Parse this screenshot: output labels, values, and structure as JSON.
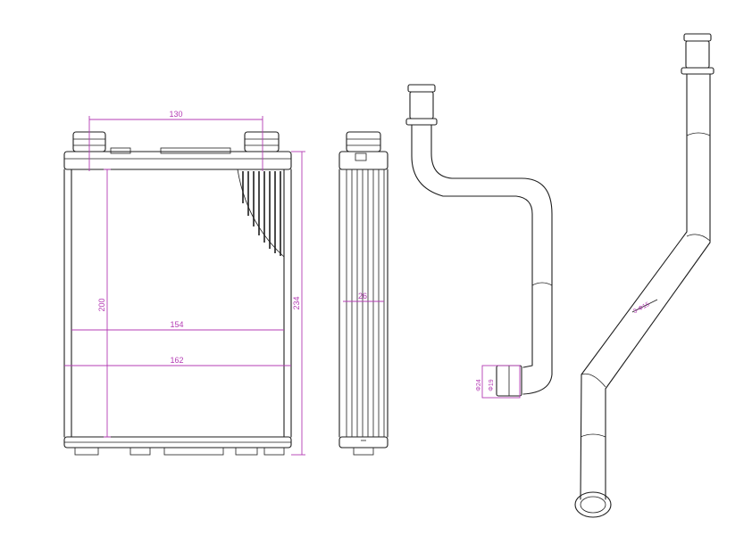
{
  "dimensions": {
    "core_fitting_spacing": "130",
    "core_height": "200",
    "overall_height": "234",
    "core_width": "154",
    "overall_width": "162",
    "core_depth": "26",
    "pipe_outer_diameter": "Φ24",
    "pipe_inner_diameter": "Φ19",
    "tube_label": "3-Φ15"
  },
  "colors": {
    "outline": "#1e1e1e",
    "dimension": "#b43cb4",
    "background": "#ffffff"
  }
}
